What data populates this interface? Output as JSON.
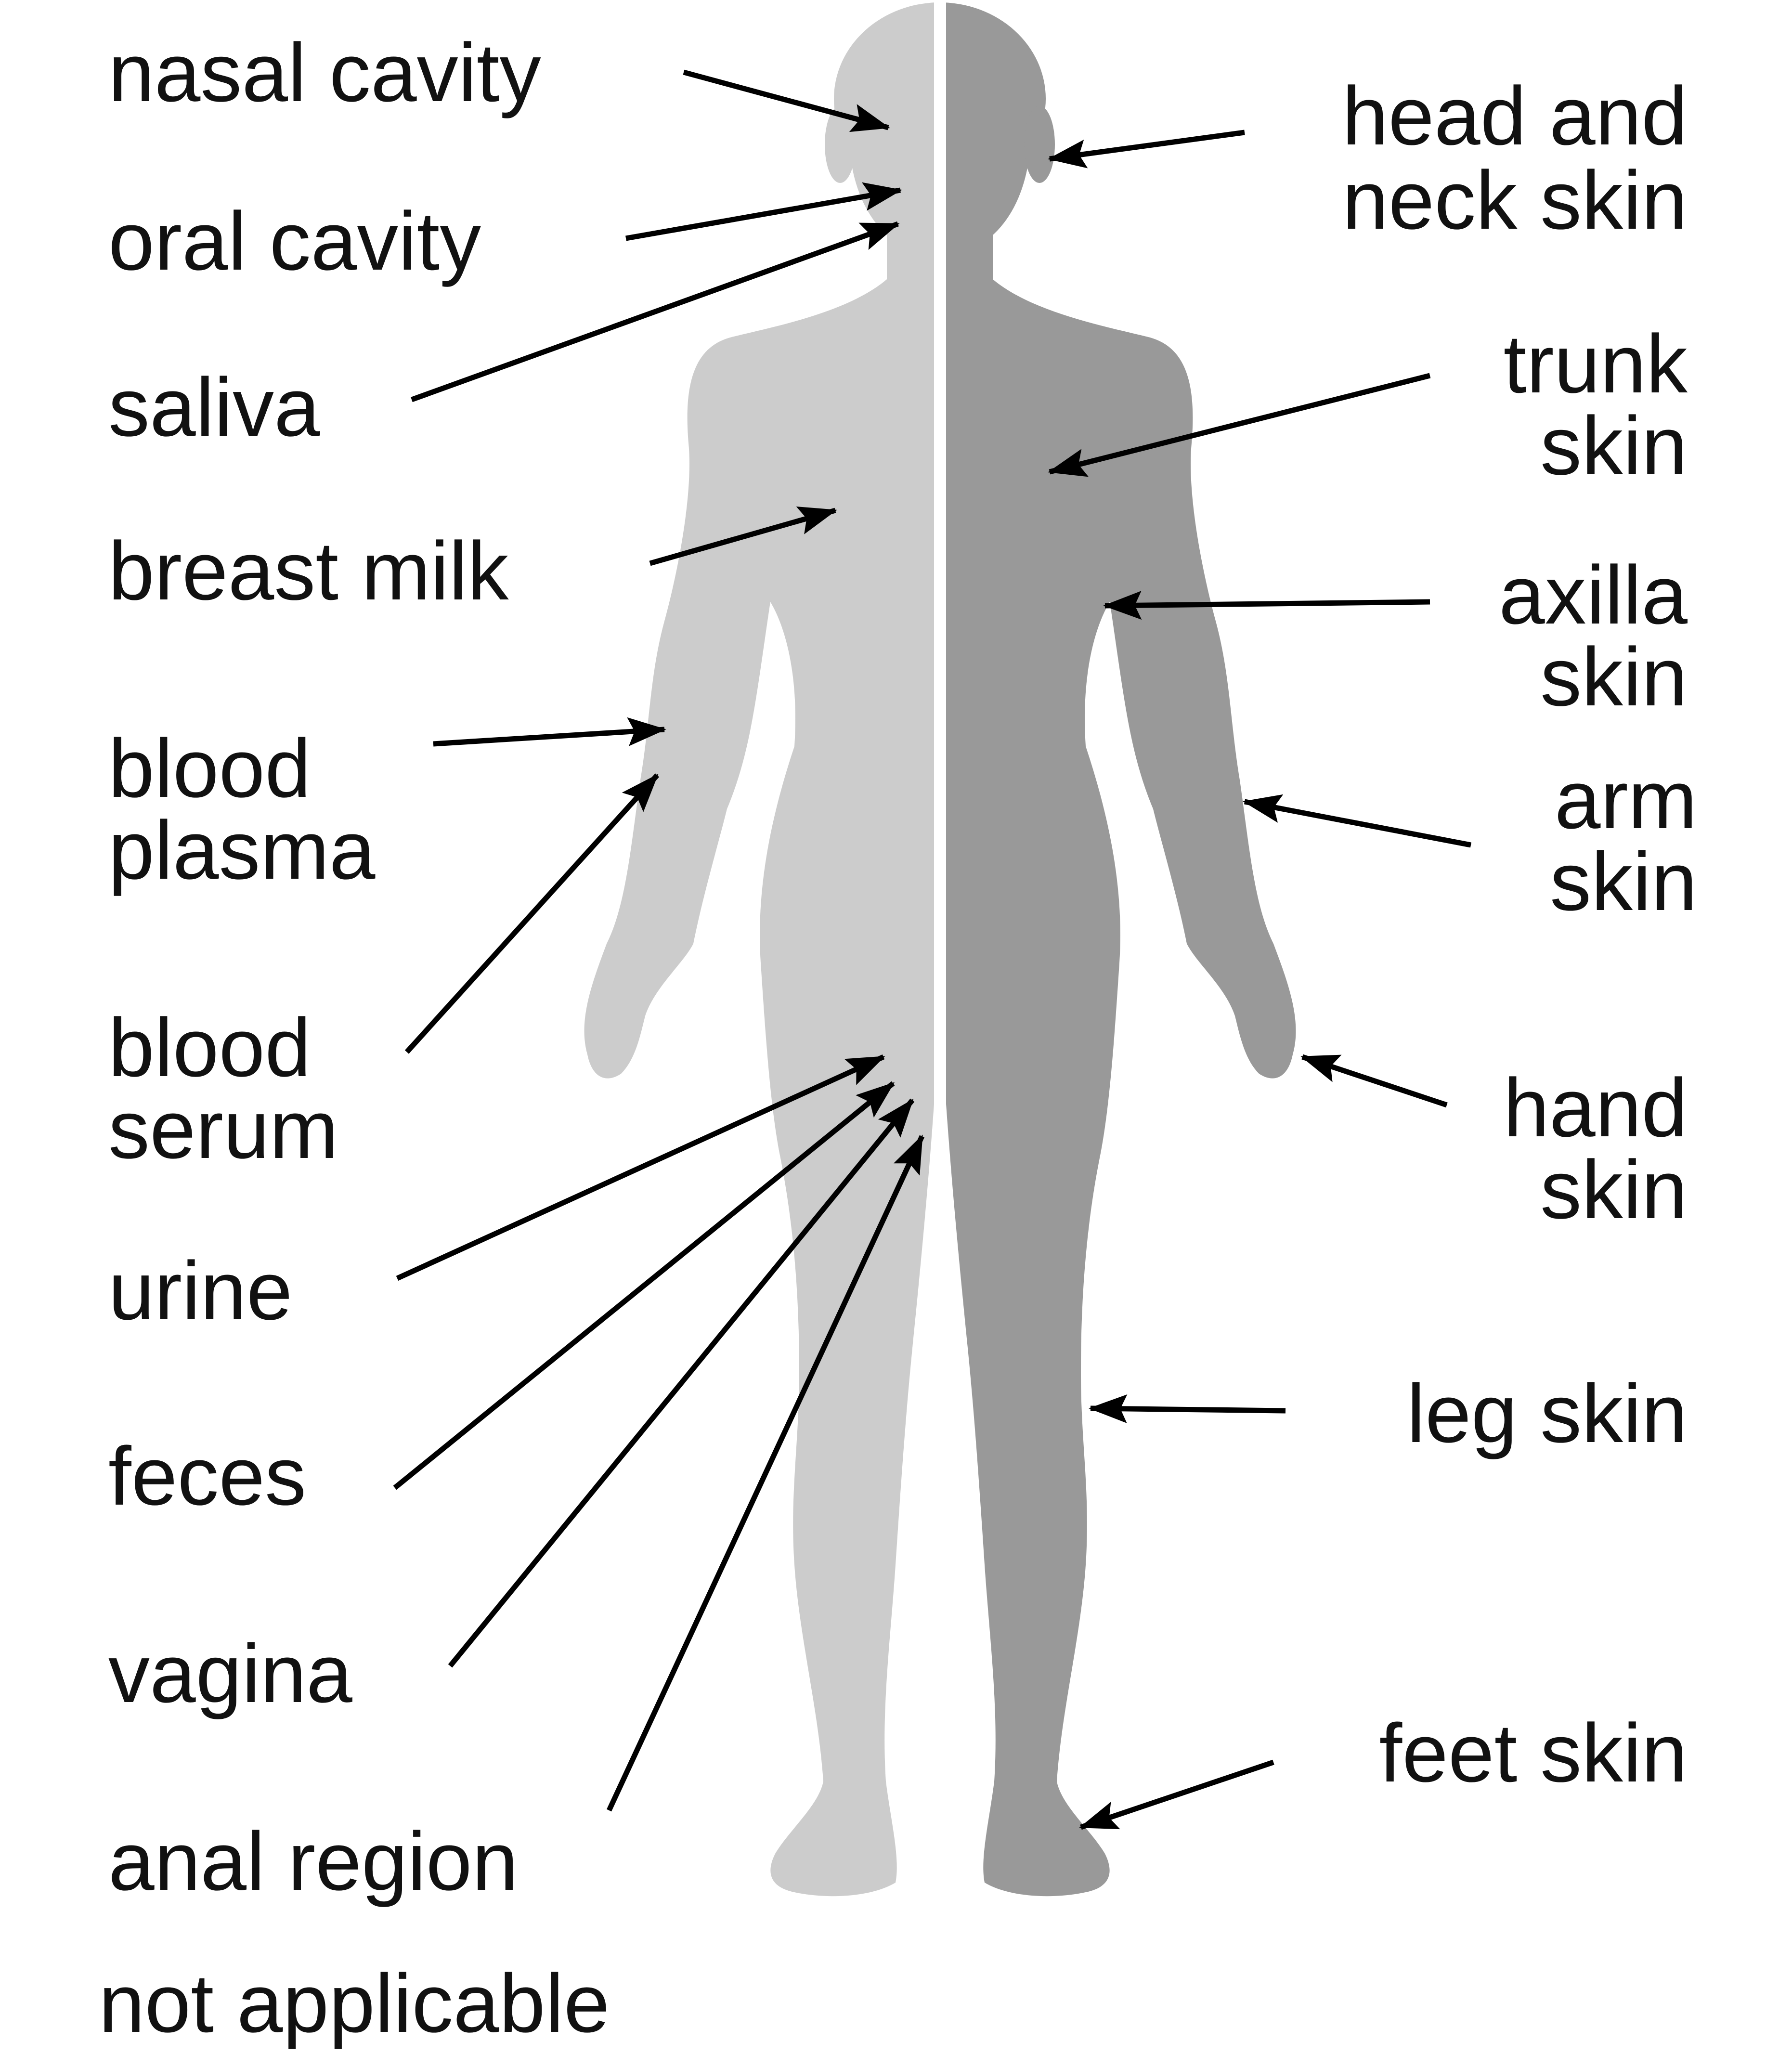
{
  "colors": {
    "background": "#ffffff",
    "body_left": "#cccccc",
    "body_right": "#999999",
    "text": "#111111",
    "arrow": "#000000"
  },
  "left_labels": {
    "nasal_cavity": "nasal cavity",
    "oral_cavity": "oral cavity",
    "saliva": "saliva",
    "breast_milk": "breast milk",
    "blood_plasma": [
      "blood",
      "plasma"
    ],
    "blood_serum": [
      "blood",
      "serum"
    ],
    "urine": "urine",
    "feces": "feces",
    "vagina": "vagina",
    "anal_region": "anal region",
    "not_applicable": "not applicable"
  },
  "right_labels": {
    "head_neck_skin": [
      "head and",
      "neck skin"
    ],
    "trunk_skin": [
      "trunk",
      "skin"
    ],
    "axilla_skin": [
      "axilla",
      "skin"
    ],
    "arm_skin": [
      "arm",
      "skin"
    ],
    "hand_skin": [
      "hand",
      "skin"
    ],
    "leg_skin": "leg skin",
    "feet_skin": "feet skin"
  }
}
